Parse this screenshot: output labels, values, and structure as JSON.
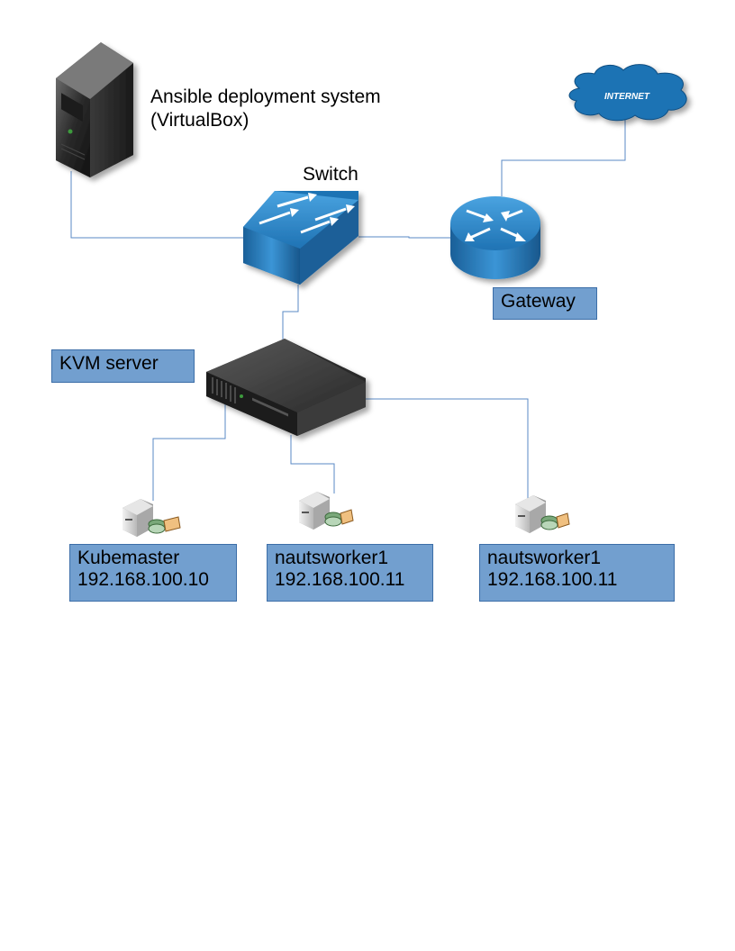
{
  "colors": {
    "label_fill": "#729fcf",
    "connector": "#5a8ac6",
    "network_blue": "#1f73b4"
  },
  "icons": {
    "pc_tower": "server-tower-icon",
    "switch": "network-switch-icon",
    "router": "router-icon",
    "cloud": "internet-cloud-icon",
    "rack_server": "rack-server-icon",
    "vm": "virtual-server-icon"
  },
  "nodes": {
    "ansible": {
      "line1": "Ansible deployment system",
      "line2": "(VirtualBox)"
    },
    "switch": {
      "label": "Switch"
    },
    "internet": {
      "label": "INTERNET"
    },
    "gateway": {
      "label": "Gateway"
    },
    "kvm": {
      "label": "KVM server"
    },
    "vm1": {
      "name": "Kubemaster",
      "ip": "192.168.100.10"
    },
    "vm2": {
      "name": "nautsworker1",
      "ip": "192.168.100.11"
    },
    "vm3": {
      "name": "nautsworker1",
      "ip": "192.168.100.11"
    }
  }
}
